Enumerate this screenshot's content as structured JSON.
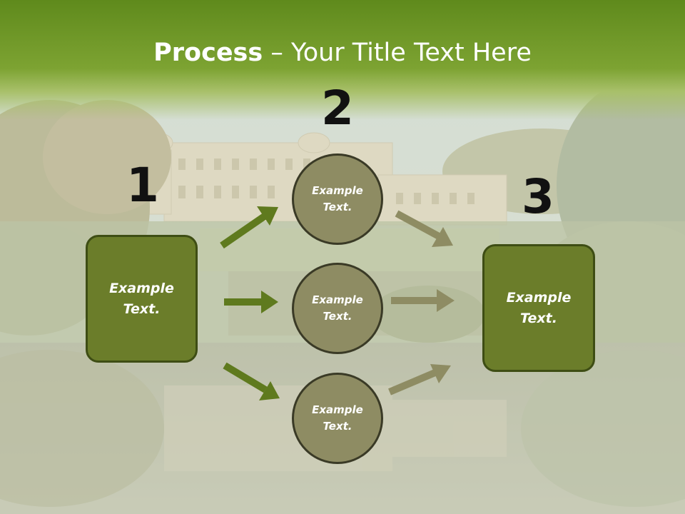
{
  "title": {
    "bold": "Process",
    "rest": " – Your Title Text Here"
  },
  "colors": {
    "header_green": "#6f9a24",
    "box_fill": "#6b7d2a",
    "box_border": "#3e4d14",
    "circle_fill": "#8e8c63",
    "circle_border": "#3a3a26",
    "arrow_dark": "#5f7a1e",
    "arrow_light": "#8e8c63"
  },
  "steps": [
    {
      "number": "1",
      "text": "Example\nText."
    },
    {
      "number": "2",
      "text": "Example\nText."
    },
    {
      "number": "3",
      "text": "Example\nText."
    }
  ],
  "circles": [
    {
      "text": "Example\nText."
    },
    {
      "text": "Example\nText."
    },
    {
      "text": "Example\nText."
    }
  ],
  "arrows": [
    {
      "id": "1-top",
      "color": "arrow_dark"
    },
    {
      "id": "1-mid",
      "color": "arrow_dark"
    },
    {
      "id": "1-bot",
      "color": "arrow_dark"
    },
    {
      "id": "2-top",
      "color": "arrow_light"
    },
    {
      "id": "2-mid",
      "color": "arrow_light"
    },
    {
      "id": "2-bot",
      "color": "arrow_light"
    }
  ]
}
